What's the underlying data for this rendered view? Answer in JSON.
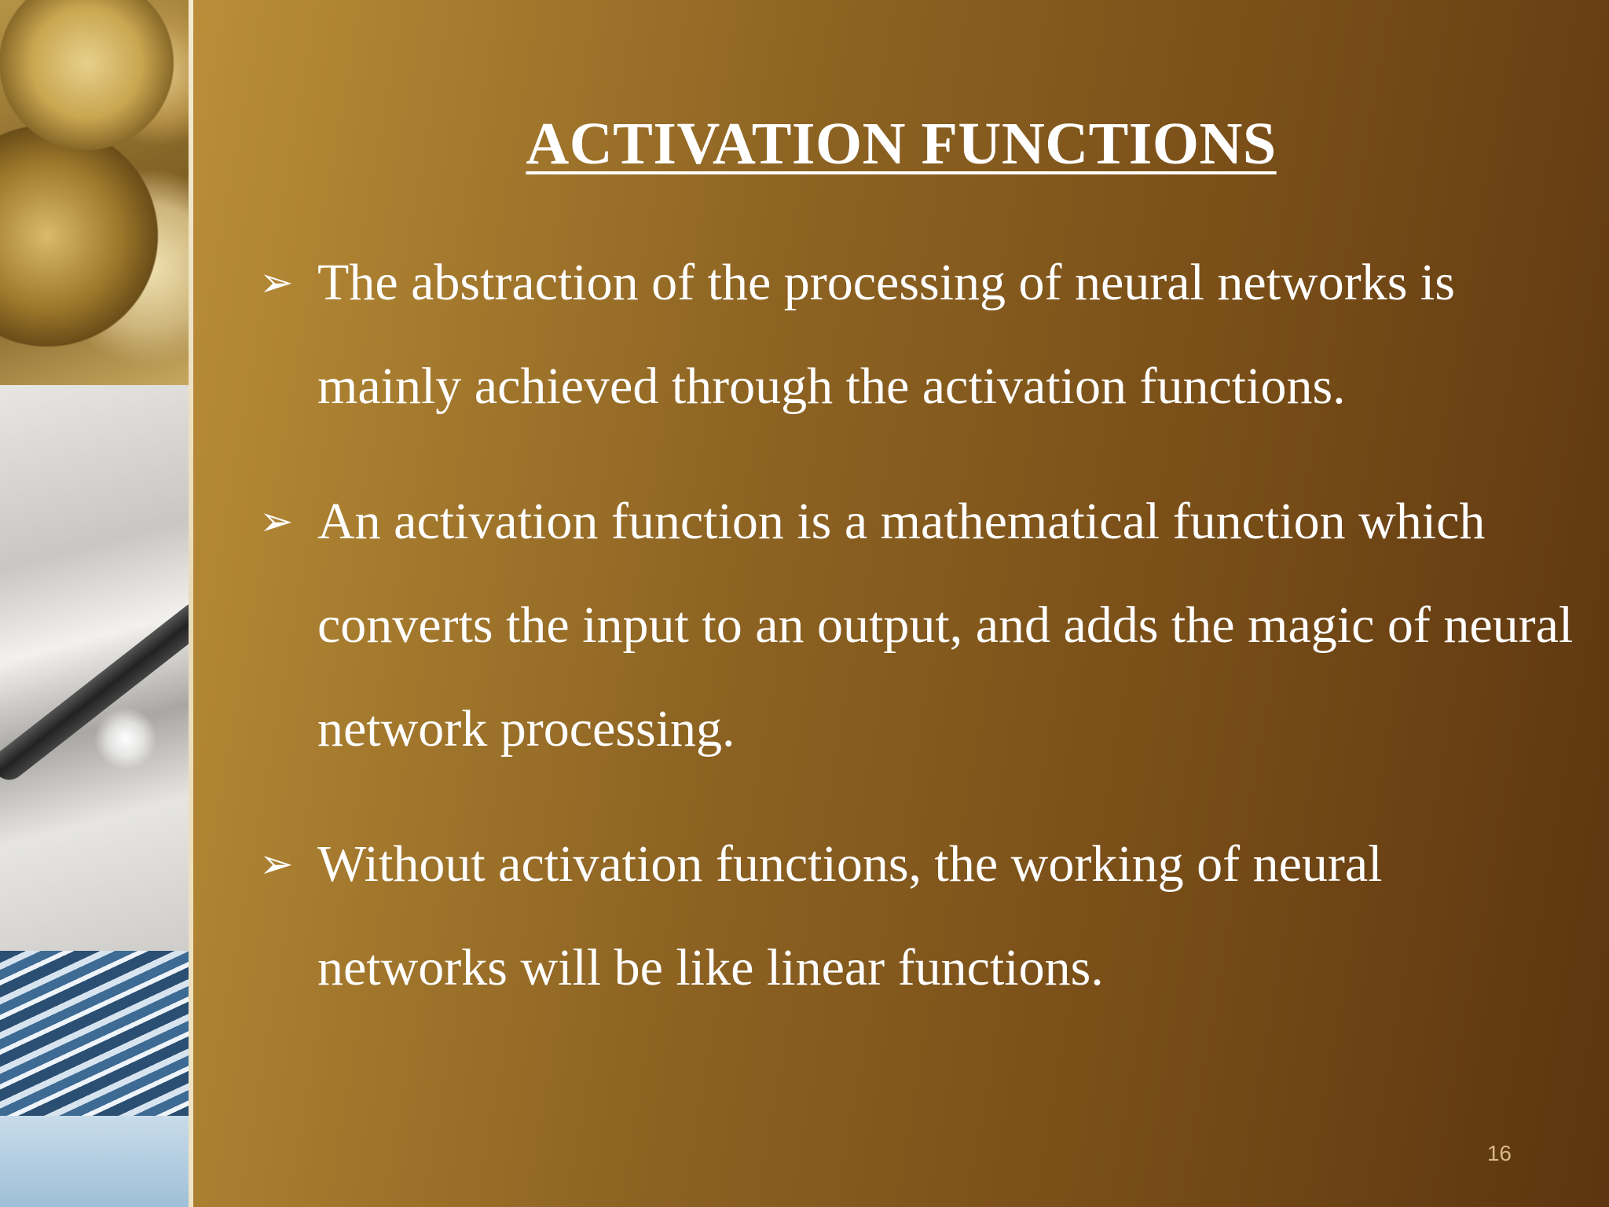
{
  "slide": {
    "title": "ACTIVATION FUNCTIONS",
    "bullets": [
      {
        "marker": "➢",
        "text": "The abstraction of the processing of neural networks is mainly achieved through the activation functions."
      },
      {
        "marker": "➢",
        "text": "An activation function is a mathematical function which converts the input to an output, and adds the magic of neural network processing."
      },
      {
        "marker": "➢",
        "text": "Without activation functions, the working of neural networks will be like linear functions."
      }
    ],
    "page_number": "16"
  },
  "decor": {
    "sidebar_image": "coins-finance-chart-building-collage",
    "theme_colors": {
      "background_light": "#c89a42",
      "background_dark": "#5c3510",
      "text": "#ffffff",
      "page_number": "#d7b88a"
    }
  }
}
